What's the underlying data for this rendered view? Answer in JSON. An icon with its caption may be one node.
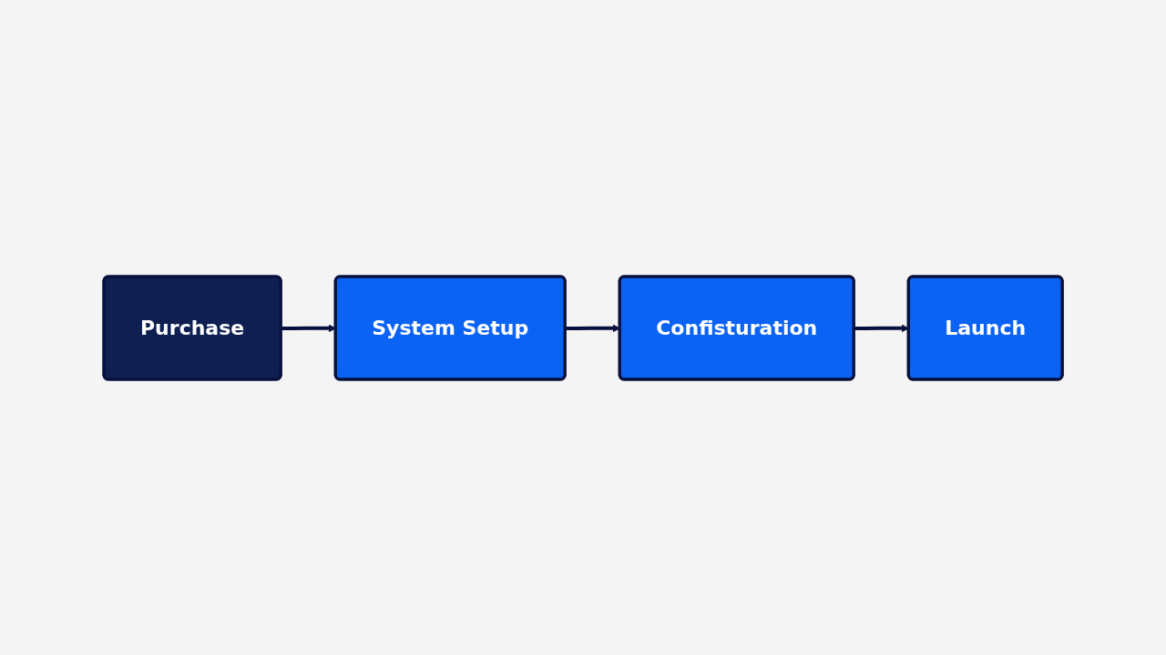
{
  "diagram": {
    "nodes": [
      {
        "text": [
          "Purchase"
        ]
      },
      {
        "text": [
          "System Setup"
        ]
      },
      {
        "text": [
          "Confisturation"
        ]
      },
      {
        "text": [
          "Launch"
        ]
      }
    ],
    "edges": [
      {
        "from": 0,
        "to": 1,
        "arrow": "to"
      },
      {
        "from": 1,
        "to": 2,
        "arrow": "to"
      },
      {
        "from": 2,
        "to": 3,
        "arrow": "to"
      }
    ]
  }
}
